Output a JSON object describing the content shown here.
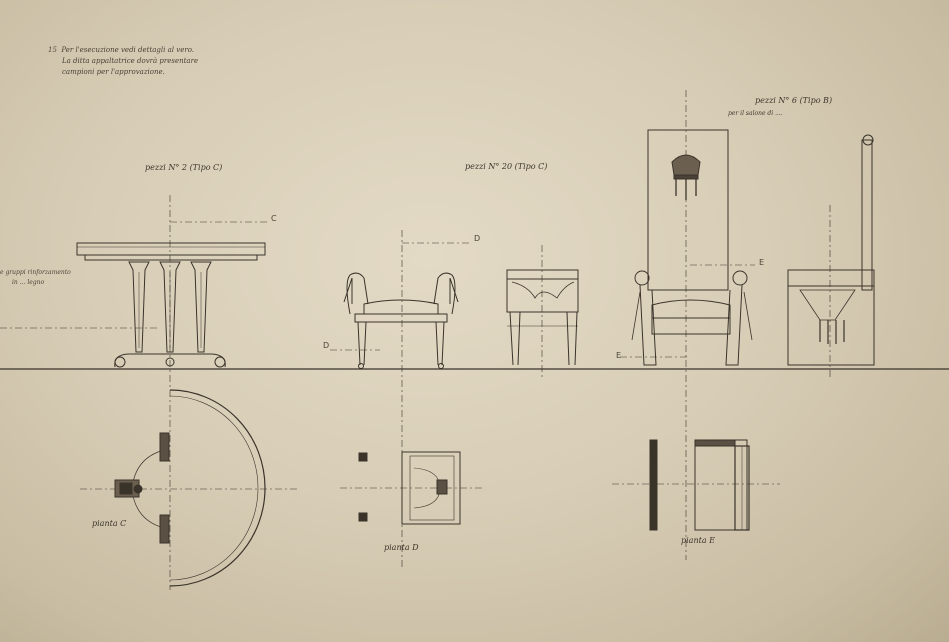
{
  "note": {
    "number": "15",
    "lines": [
      "Per l'esecuzione vedi dettagli al vero.",
      "La ditta appaltatrice dovrà presentare",
      "campioni per l'approvazione."
    ]
  },
  "side_note": [
    "e gruppi rinforzamento",
    "in ... legno"
  ],
  "groups": {
    "table": "pezzi N° 2   (Tipo C)",
    "bench": "pezzi N° 20   (Tipo C)",
    "throne": "pezzi N° 6   (Tipo B)",
    "throne_sub": "per il salone di ...."
  },
  "plans": {
    "c": "pianta C",
    "d": "pianta D",
    "e": "pianta E"
  },
  "refs": [
    "C",
    "D",
    "D",
    "E",
    "E"
  ],
  "colors": {
    "paper": "#d8ceb7",
    "ink": "#3a332a"
  }
}
